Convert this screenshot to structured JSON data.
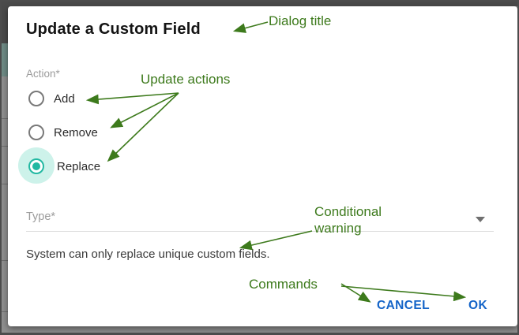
{
  "dialog": {
    "title": "Update a Custom Field",
    "action": {
      "label": "Action*",
      "options": [
        {
          "label": "Add",
          "selected": false
        },
        {
          "label": "Remove",
          "selected": false
        },
        {
          "label": "Replace",
          "selected": true
        }
      ]
    },
    "type_field": {
      "label": "Type*",
      "value": ""
    },
    "warning": "System can only replace unique custom fields.",
    "commands": {
      "cancel": "CANCEL",
      "ok": "OK"
    }
  },
  "annotations": {
    "dialog_title": "Dialog title",
    "update_actions": "Update actions",
    "conditional_warning": "Conditional warning",
    "commands": "Commands",
    "arrow_color": "#3d7a1c"
  },
  "colors": {
    "radio_selected_teal": "#22b8a2",
    "radio_halo_teal": "#cdf2ea",
    "command_button_blue": "#1464c8",
    "annotation_green": "#3d7a1c"
  }
}
